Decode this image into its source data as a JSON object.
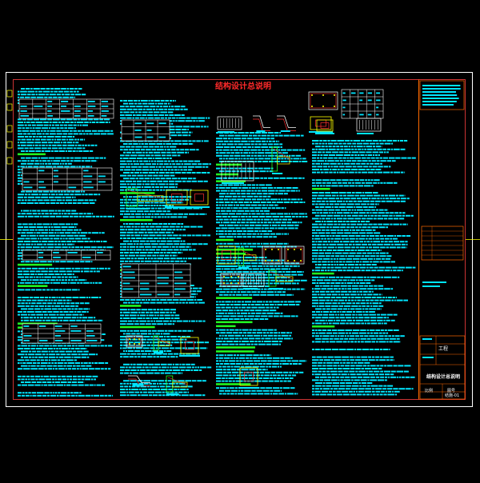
{
  "drawing": {
    "title": "结构设计总说明",
    "title_block": {
      "sheet_name": "结构设计总说明",
      "project_label": "工程",
      "sheet_no": "结施-01",
      "sheet_no_label": "图号",
      "scale_label": "比例"
    }
  },
  "colors": {
    "background": "#000000",
    "frame": "#ffffff",
    "inner_frame": "#ff4040",
    "text": "#00e5ff",
    "detail_white": "#ffffff",
    "detail_red": "#ff3030",
    "detail_yellow": "#ffff00",
    "detail_green": "#22ff22",
    "title_block": "#ff6a00"
  }
}
